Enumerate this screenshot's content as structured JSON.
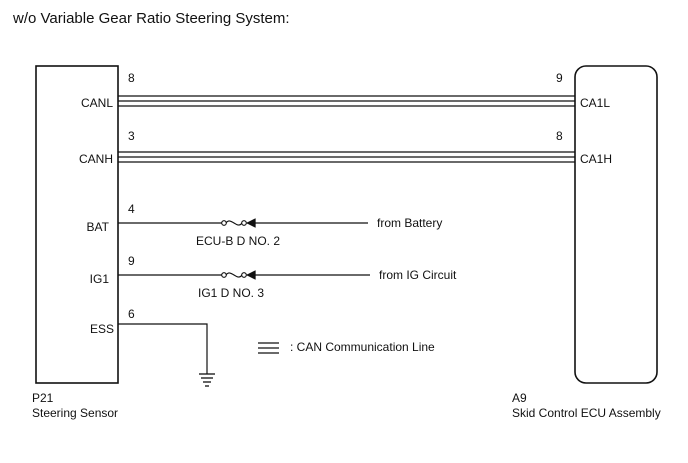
{
  "title": "w/o Variable Gear Ratio Steering System:",
  "left_component": {
    "code": "P21",
    "name": "Steering Sensor",
    "pins": [
      {
        "label": "CANL",
        "number": "8"
      },
      {
        "label": "CANH",
        "number": "3"
      },
      {
        "label": "BAT",
        "number": "4"
      },
      {
        "label": "IG1",
        "number": "9"
      },
      {
        "label": "ESS",
        "number": "6"
      }
    ]
  },
  "right_component": {
    "code": "A9",
    "name": "Skid Control ECU Assembly",
    "pins": [
      {
        "label": "CA1L",
        "number": "9"
      },
      {
        "label": "CA1H",
        "number": "8"
      }
    ]
  },
  "fuses": [
    {
      "name": "ECU-B D NO. 2",
      "source": "from Battery"
    },
    {
      "name": "IG1 D NO. 3",
      "source": "from IG Circuit"
    }
  ],
  "legend": {
    "can_line": ": CAN Communication Line"
  }
}
